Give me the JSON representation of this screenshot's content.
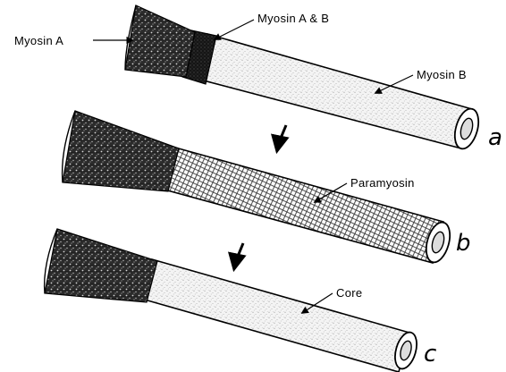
{
  "figure": {
    "panels": [
      {
        "id": "a",
        "letter": "a",
        "labels": {
          "tip": "Myosin A",
          "junction": "Myosin A & B",
          "shaft": "Myosin B"
        }
      },
      {
        "id": "b",
        "letter": "b",
        "labels": {
          "shaft": "Paramyosin"
        }
      },
      {
        "id": "c",
        "letter": "c",
        "labels": {
          "shaft": "Core"
        }
      }
    ],
    "step_arrows": 2,
    "colors": {
      "ink": "#000000",
      "paper": "#ffffff",
      "stipple": "#555555"
    }
  }
}
